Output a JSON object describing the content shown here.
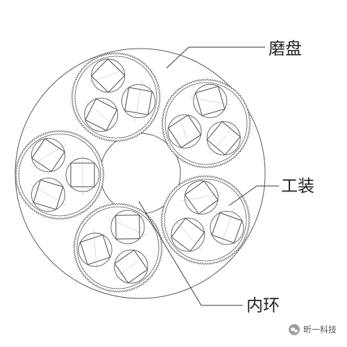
{
  "labels": {
    "grinding_disc": "磨盘",
    "fixture": "工装",
    "inner_ring": "内环"
  },
  "watermark": {
    "text": "昕一科技",
    "icon": "wechat-icon"
  },
  "diagram": {
    "fixture_count": 5,
    "workpieces_per_fixture": 3,
    "colors": {
      "stroke": "#555555",
      "label": "#222222",
      "hatch": "#b0b0b0"
    }
  }
}
